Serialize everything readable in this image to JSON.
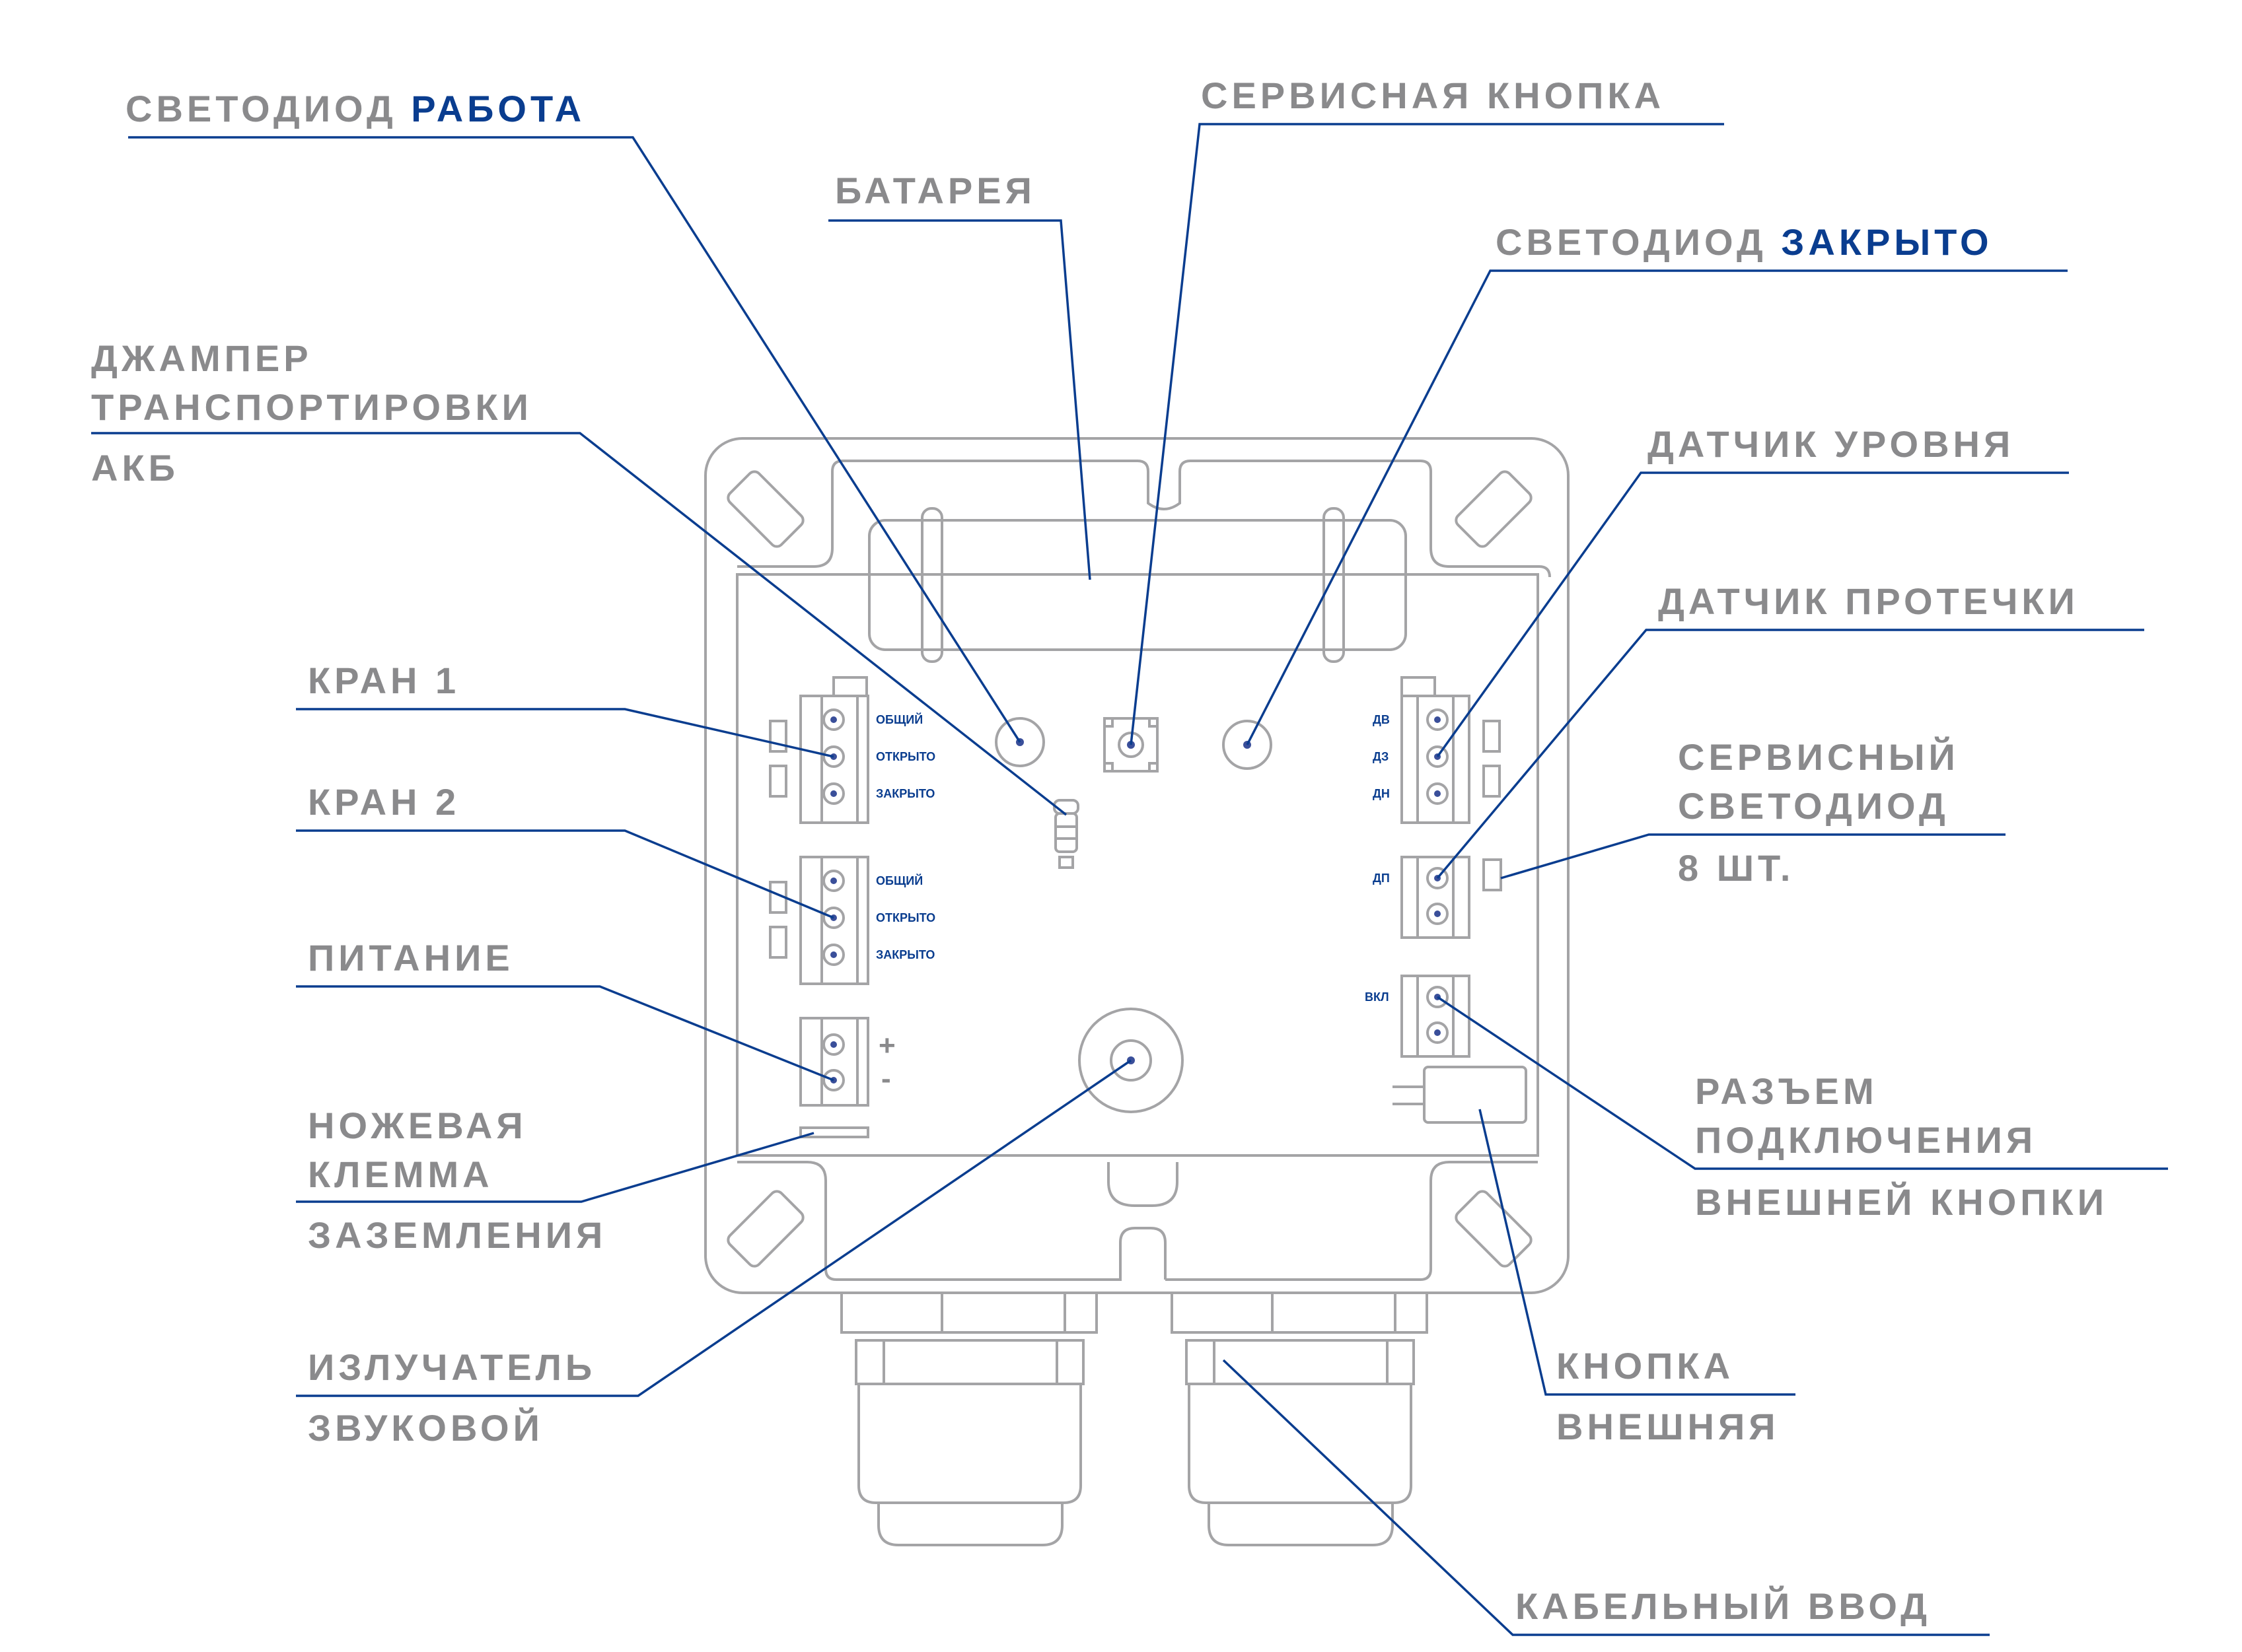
{
  "labels": {
    "led_work_prefix": "СВЕТОДИОД",
    "led_work_accent": "РАБОТА",
    "service_button": "СЕРВИСНАЯ КНОПКА",
    "battery": "БАТАРЕЯ",
    "led_closed_prefix": "СВЕТОДИОД",
    "led_closed_accent": "ЗАКРЫТО",
    "jumper_line1": "ДЖАМПЕР",
    "jumper_line2": "ТРАНСПОРТИРОВКИ",
    "jumper_line3": "АКБ",
    "level_sensor": "ДАТЧИК УРОВНЯ",
    "leak_sensor": "ДАТЧИК ПРОТЕЧКИ",
    "valve1": "КРАН 1",
    "valve2": "КРАН 2",
    "service_led_line1": "СЕРВИСНЫЙ",
    "service_led_line2": "СВЕТОДИОД",
    "service_led_line3": "8 ШТ.",
    "power": "ПИТАНИЕ",
    "ground_line1": "НОЖЕВАЯ",
    "ground_line2": "КЛЕММА",
    "ground_line3": "ЗАЗЕМЛЕНИЯ",
    "ext_connector_line1": "РАЗЪЕМ",
    "ext_connector_line2": "ПОДКЛЮЧЕНИЯ",
    "ext_connector_line3": "ВНЕШНЕЙ КНОПКИ",
    "buzzer_line1": "ИЗЛУЧАТЕЛЬ",
    "buzzer_line2": "ЗВУКОВОЙ",
    "ext_button_line1": "КНОПКА",
    "ext_button_line2": "ВНЕШНЯЯ",
    "cable_gland": "КАБЕЛЬНЫЙ ВВОД"
  },
  "terminals": {
    "valve1": [
      "ОБЩИЙ",
      "ОТКРЫТО",
      "ЗАКРЫТО"
    ],
    "valve2": [
      "ОБЩИЙ",
      "ОТКРЫТО",
      "ЗАКРЫТО"
    ],
    "level": [
      "ДВ",
      "ДЗ",
      "ДН"
    ],
    "leak": "ДП",
    "ext_button": "ВКЛ",
    "power_plus": "+",
    "power_minus": "-"
  },
  "colors": {
    "accent": "#0a3d8f",
    "label_gray": "#8a8a8c",
    "outline_gray": "#a4a4a6"
  }
}
